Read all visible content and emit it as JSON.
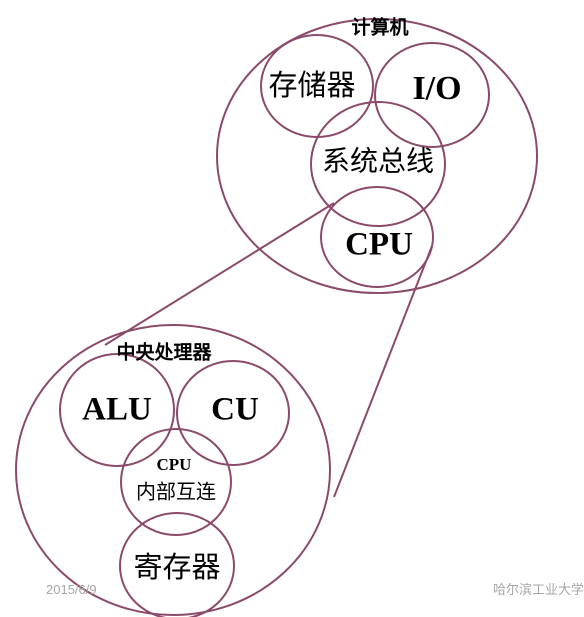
{
  "colors": {
    "stroke": "#8b4a6b",
    "footer_text": "#a6a6a6"
  },
  "diagram": {
    "computer": {
      "title": "计算机",
      "memory": "存储器",
      "io": "I/O",
      "system_bus": "系统总线",
      "cpu": "CPU"
    },
    "cpu_detail": {
      "title": "中央处理器",
      "alu": "ALU",
      "cu": "CU",
      "interconnect_line1": "CPU",
      "interconnect_line2": "内部互连",
      "registers": "寄存器"
    }
  },
  "footer": {
    "date": "2015/6/9",
    "org": "哈尔滨工业大学"
  }
}
